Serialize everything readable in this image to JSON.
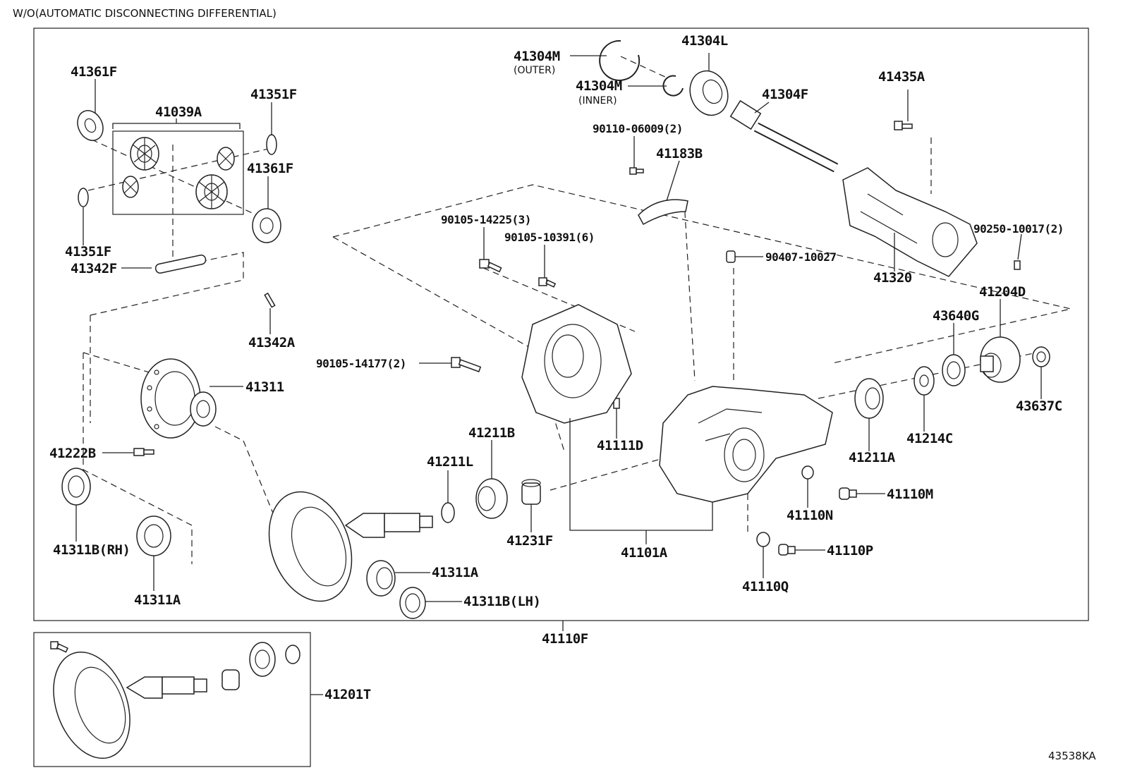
{
  "header": {
    "note": "W/O(AUTOMATIC DISCONNECTING DIFFERENTIAL)"
  },
  "footer": {
    "diagram_code": "43538KA"
  },
  "parts": {
    "p41361F_top": "41361F",
    "p41039A": "41039A",
    "p41351F_top": "41351F",
    "p41361F_right": "41361F",
    "p41351F_bottom": "41351F",
    "p41342F": "41342F",
    "p41342A": "41342A",
    "p41311": "41311",
    "p41222B": "41222B",
    "p41311B_RH": "41311B(RH)",
    "p41311A_left": "41311A",
    "p41311A_mid": "41311A",
    "p41311B_LH": "41311B(LH)",
    "p41304M_outer": "41304M",
    "p41304M_outer_note": "(OUTER)",
    "p41304M_inner": "41304M",
    "p41304M_inner_note": "(INNER)",
    "p41304L": "41304L",
    "p41304F": "41304F",
    "p41435A": "41435A",
    "p90110_06009": "90110-06009(2)",
    "p41183B": "41183B",
    "p90105_14225": "90105-14225(3)",
    "p90105_10391": "90105-10391(6)",
    "p90407_10027": "90407-10027",
    "p41320": "41320",
    "p90250_10017": "90250-10017(2)",
    "p41204D": "41204D",
    "p43640G": "43640G",
    "p43637C": "43637C",
    "p90105_14177": "90105-14177(2)",
    "p41111D": "41111D",
    "p41211B": "41211B",
    "p41211L": "41211L",
    "p41231F": "41231F",
    "p41101A": "41101A",
    "p41211A": "41211A",
    "p41214C": "41214C",
    "p41110N": "41110N",
    "p41110M": "41110M",
    "p41110P": "41110P",
    "p41110Q": "41110Q",
    "p41110F": "41110F",
    "p41201T": "41201T"
  }
}
